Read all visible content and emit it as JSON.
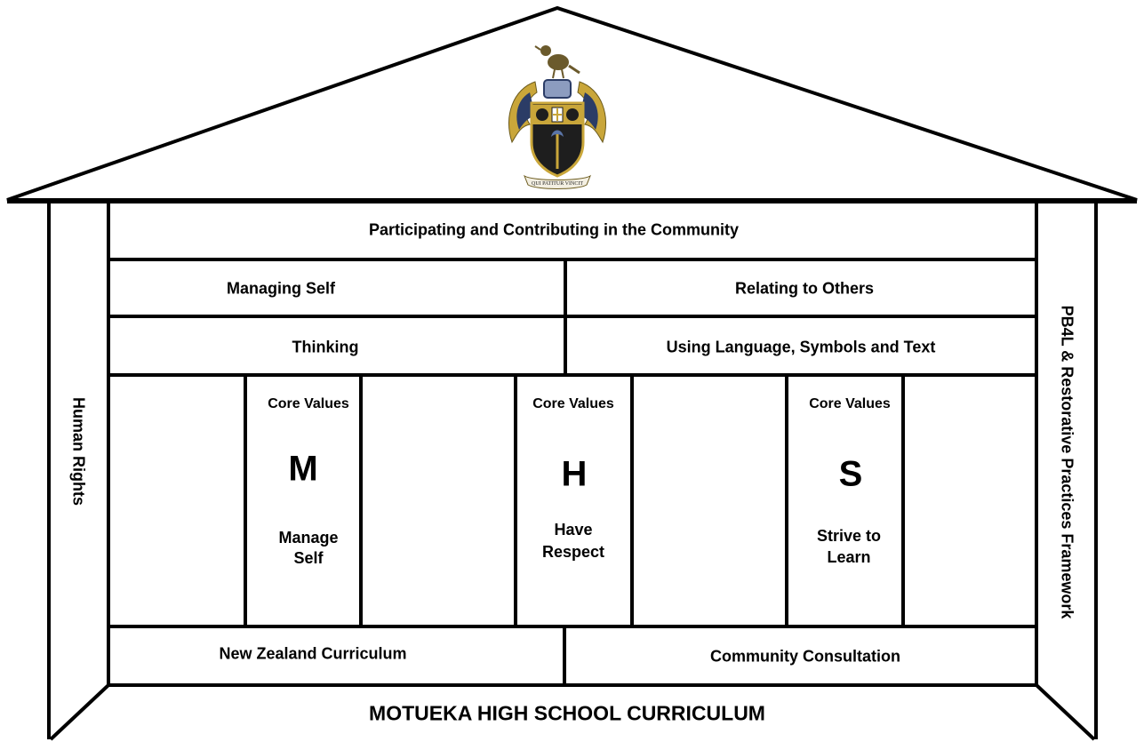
{
  "roof": {
    "crest": {
      "motto": "QUI PATITUR VINCIT",
      "icon": "school-crest-icon",
      "colors": {
        "shield": "#2a2a2a",
        "gold": "#c9a63a",
        "blue": "#5a74a6"
      }
    }
  },
  "side_pillars": {
    "left": "Human Rights",
    "right": "PB4L & Restorative Practices Framework"
  },
  "rows": {
    "top": "Participating and Contributing in the Community",
    "row2": {
      "left": "Managing Self",
      "right": "Relating to Others"
    },
    "row3": {
      "left": "Thinking",
      "right": "Using Language, Symbols and Text"
    }
  },
  "core_values": [
    {
      "header": "Core Values",
      "letter": "M",
      "line1": "Manage",
      "line2": "Self"
    },
    {
      "header": "Core Values",
      "letter": "H",
      "line1": "Have",
      "line2": "Respect"
    },
    {
      "header": "Core Values",
      "letter": "S",
      "line1": "Strive to",
      "line2": "Learn"
    }
  ],
  "base": {
    "left": "New Zealand Curriculum",
    "right": "Community Consultation"
  },
  "foundation": "MOTUEKA HIGH SCHOOL CURRICULUM"
}
